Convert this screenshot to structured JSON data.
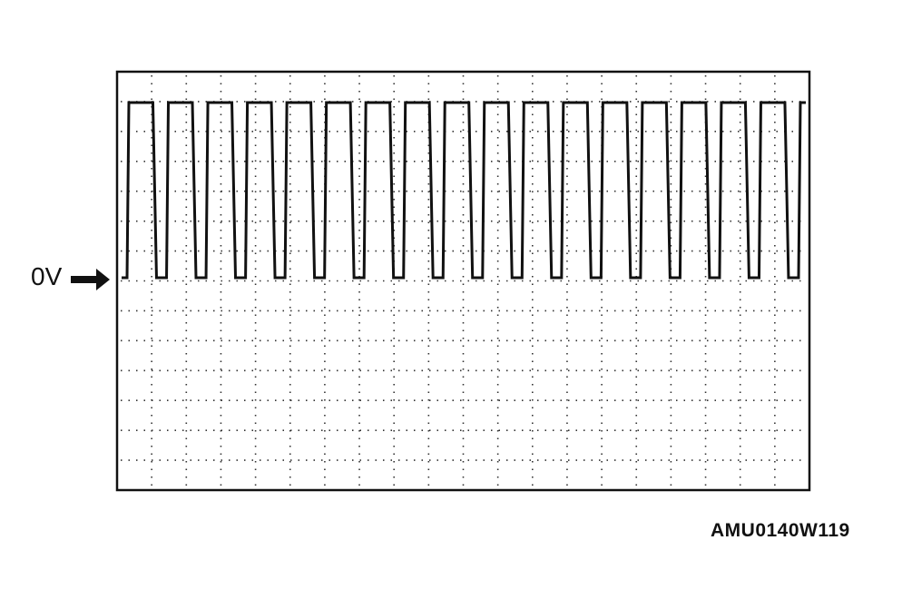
{
  "zero_marker": {
    "label": "0V",
    "icon": "arrow-right-icon"
  },
  "figure_id": "AMU0140W119",
  "trace": {
    "type": "square-wave",
    "pulse_count": 17,
    "low_level": "0V"
  },
  "colors": {
    "trace": "#111111",
    "frame": "#111111",
    "grid": "#333333",
    "background": "#ffffff"
  }
}
